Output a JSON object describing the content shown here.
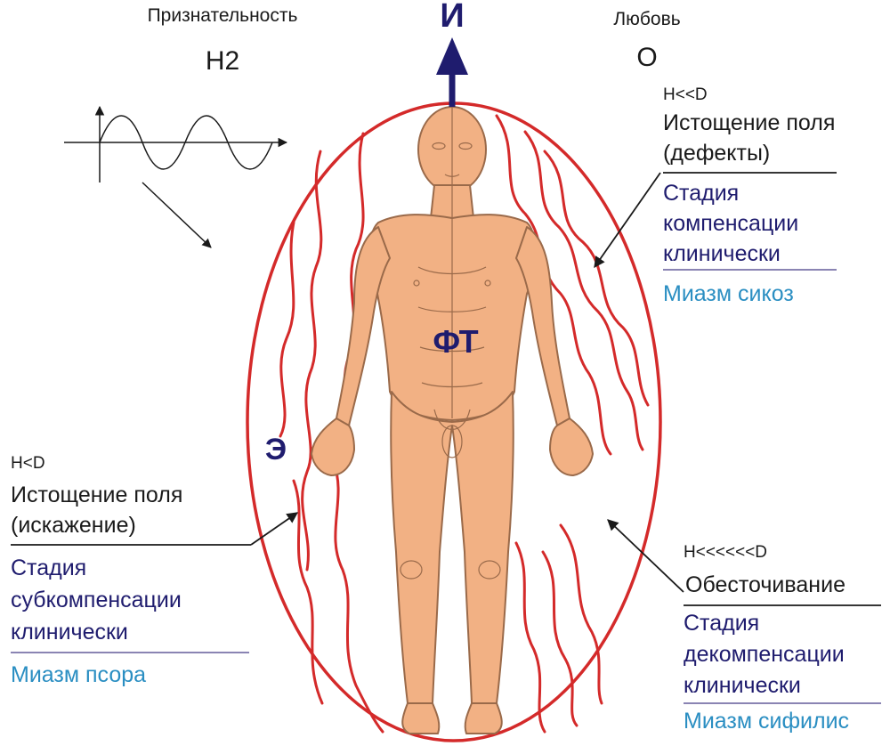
{
  "colors": {
    "aura": "#d42a2a",
    "body_fill": "#f2b184",
    "body_stroke": "#9a6a4a",
    "stage": "#1f1c6e",
    "miasm": "#2a8ec2",
    "divider": "#7a73a8"
  },
  "top": {
    "arrow_letter": "И",
    "left_label": "Признательность",
    "left_symbol": "H2",
    "right_label": "Любовь",
    "right_symbol": "O"
  },
  "center": {
    "body_label": "ФТ",
    "field_label": "Э"
  },
  "upper_right": {
    "ratio": "H<<D",
    "line1": "Истощение поля",
    "line2": "(дефекты)",
    "stage1": "Стадия",
    "stage2": "компенсации",
    "stage3": "клинически",
    "miasm": "Миазм сикоз"
  },
  "left": {
    "ratio": "H<D",
    "line1": "Истощение поля",
    "line2": "(искажение)",
    "stage1": "Стадия",
    "stage2": "субкомпенсации",
    "stage3": "клинически",
    "miasm": "Миазм псора"
  },
  "lower_right": {
    "ratio": "H<<<<<<D",
    "line1": "Обесточивание",
    "stage1": "Стадия",
    "stage2": "декомпенсации",
    "stage3": "клинически",
    "miasm": "Миазм сифилис"
  }
}
